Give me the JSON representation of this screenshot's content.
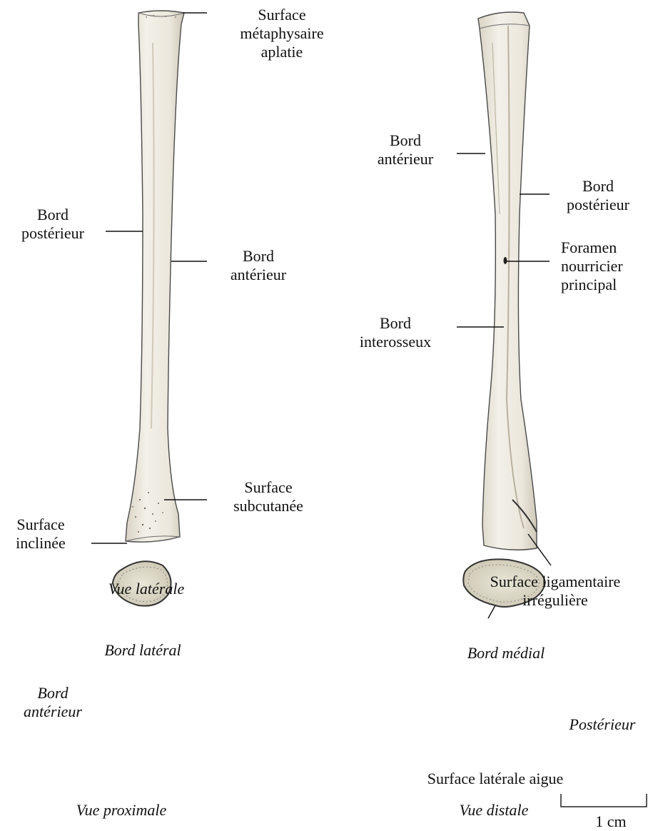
{
  "labels": {
    "surface_metaphysaire": "Surface\nmétaphysaire\naplatie",
    "bord_posterieur_left": "Bord\npostérieur",
    "bord_anterieur_left": "Bord\nantérieur",
    "surface_subcutanee": "Surface\nsubcutanée",
    "surface_inclinee": "Surface\ninclinée",
    "vue_laterale": "Vue latérale",
    "bord_anterieur_right": "Bord\nantérieur",
    "bord_posterieur_right": "Bord\npostérieur",
    "foramen": "Foramen\nnourricier\nprincipal",
    "bord_interosseux": "Bord\ninterosseux",
    "surface_ligamentaire": "Surface ligamentaire\nirrégulière",
    "bord_lateral": "Bord latéral",
    "bord_anterieur_proximal": "Bord\nantérieur",
    "vue_proximale": "Vue proximale",
    "bord_medial": "Bord médial",
    "posterieur": "Postérieur",
    "surface_laterale_aigue": "Surface latérale aigue",
    "vue_distale": "Vue distale",
    "scale": "1 cm"
  },
  "colors": {
    "bone_fill": "#eeeadf",
    "bone_shade": "#c9c3b4",
    "outline": "#3a3a3a",
    "section_fill": "#dcd8c6"
  }
}
